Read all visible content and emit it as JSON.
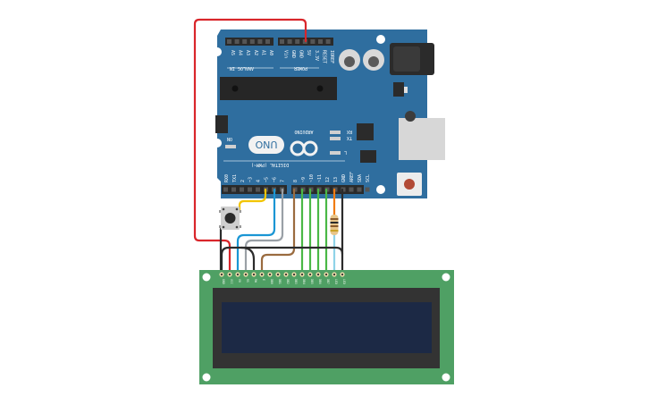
{
  "arduino": {
    "model": "UNO",
    "brand": "ARDUINO",
    "analog_header_label": "ANALOG IN",
    "power_header_label": "POWER",
    "digital_header_label": "DIGITAL (PWM~)",
    "analog_pins": [
      "A0",
      "A1",
      "A2",
      "A3",
      "A4",
      "A5"
    ],
    "power_pins": [
      "IOREF",
      "RESET",
      "3.3V",
      "5V",
      "GND",
      "GND",
      "Vin"
    ],
    "digital_pins_low": [
      "RX0",
      "TX1",
      "2",
      "~3",
      "4",
      "~5",
      "~6",
      "7"
    ],
    "digital_pins_high": [
      "8",
      "~9",
      "~10",
      "~11",
      "12",
      "13",
      "GND",
      "AREF",
      "SDA",
      "SCL"
    ],
    "led_labels": [
      "RX",
      "TX",
      "L",
      "ON"
    ],
    "color": "#2f6e9f"
  },
  "lcd": {
    "pins": [
      "GND",
      "VCC",
      "V0",
      "RS",
      "RW",
      "E",
      "DB0",
      "DB1",
      "DB2",
      "DB3",
      "DB4",
      "DB5",
      "DB6",
      "DB7",
      "LED",
      "LED"
    ],
    "board_color": "#4fa064",
    "screen_color": "#1c2945"
  },
  "wires": {
    "power_5v": "#d9262b",
    "ground": "#2b2b2b",
    "button": "#f2c500",
    "v0": "#1a96d4",
    "rs": "#9aa0a6",
    "enable": "#9a6b3f",
    "data": "#4ab846",
    "backlight_resistor": "#f07c12",
    "backlight": "#8fd3e8"
  }
}
